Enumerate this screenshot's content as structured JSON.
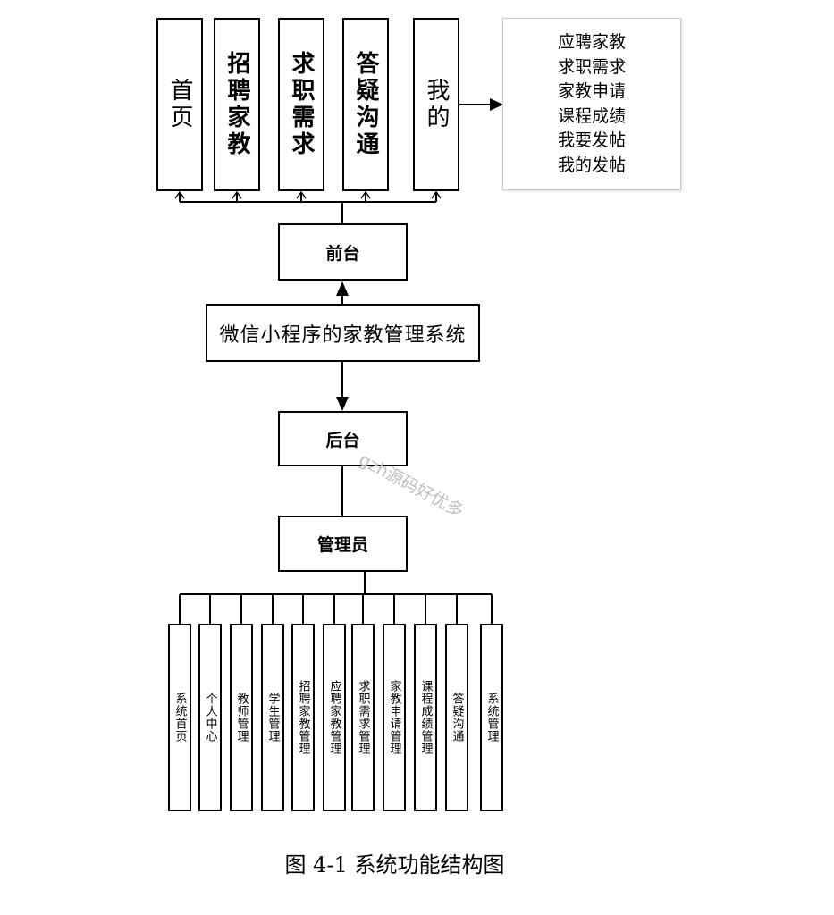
{
  "frontend_modules": [
    {
      "label": "首页"
    },
    {
      "label": "招聘家教"
    },
    {
      "label": "求职需求"
    },
    {
      "label": "答疑沟通"
    },
    {
      "label": "我的"
    }
  ],
  "my_submenu": [
    "应聘家教",
    "求职需求",
    "家教申请",
    "课程成绩",
    "我要发帖",
    "我的发帖"
  ],
  "frontend_label": "前台",
  "system_title": "微信小程序的家教管理系统",
  "backend_label": "后台",
  "admin_label": "管理员",
  "admin_modules": [
    "系统首页",
    "个人中心",
    "教师管理",
    "学生管理",
    "招聘家教管理",
    "应聘家教管理",
    "求职需求管理",
    "家教申请管理",
    "课程成绩管理",
    "答疑沟通",
    "系统管理"
  ],
  "watermark": "gzh源码好优多",
  "caption": "图 4-1 系统功能结构图"
}
